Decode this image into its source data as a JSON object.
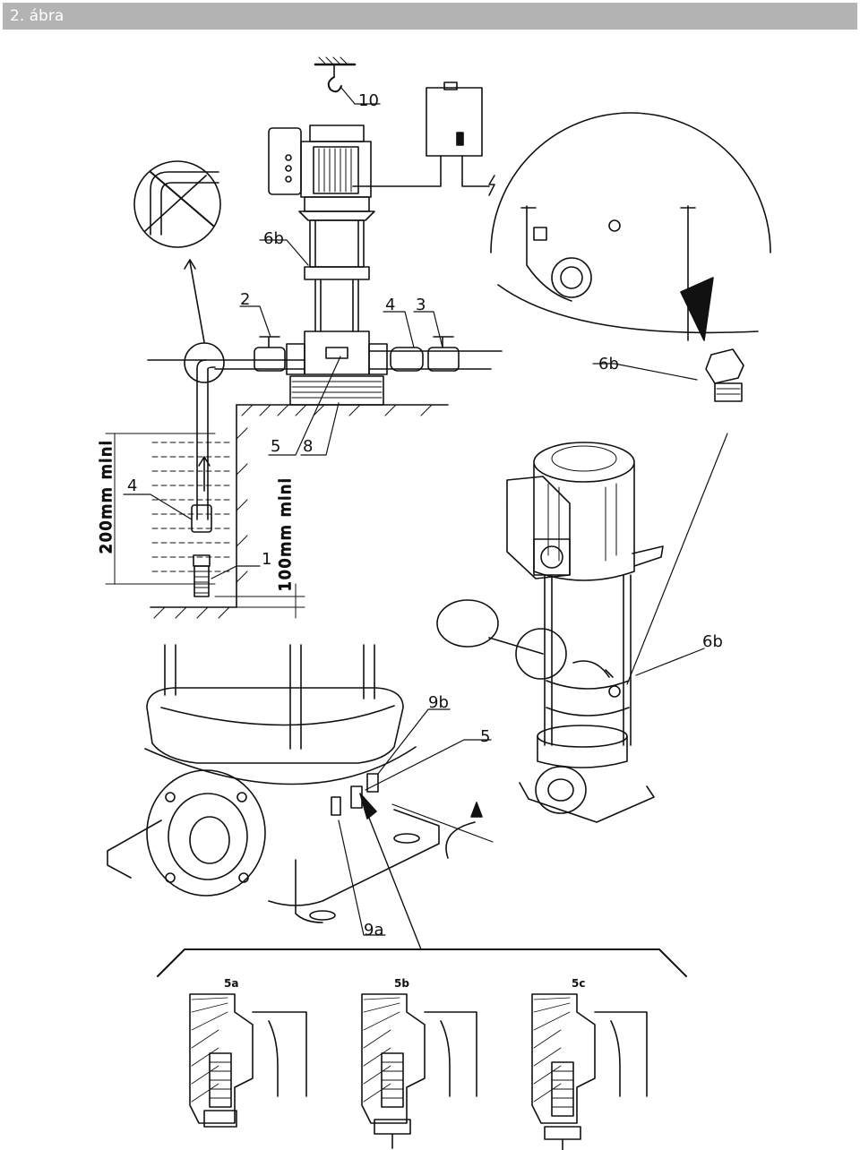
{
  "header": {
    "title": "2. ábra"
  },
  "figure": {
    "callouts": [
      "10",
      "6b",
      "2",
      "4",
      "3",
      "6b",
      "5",
      "8",
      "4",
      "1",
      "6b",
      "9b",
      "5",
      "9a"
    ],
    "dimensions": [
      "200mm mini",
      "100mm mini"
    ],
    "details": [
      "5a",
      "5b",
      "5c"
    ],
    "icons": [
      "ceiling-hook-icon",
      "no-sharp-bend-icon",
      "electric-supply-icon",
      "flow-arrow-icon",
      "rotation-arrow-icon"
    ]
  }
}
